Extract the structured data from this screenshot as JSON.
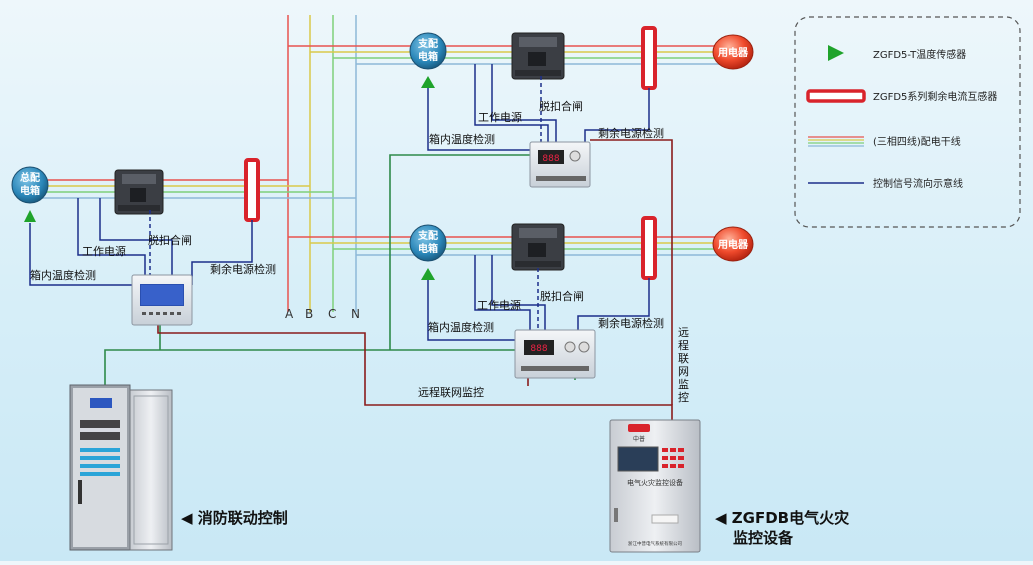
{
  "labels": {
    "main_box": [
      "总配",
      "电箱"
    ],
    "branch_box": [
      "支配",
      "电箱"
    ],
    "appliance": "用电器",
    "work_power": "工作电源",
    "trip_close": "脱扣合闸",
    "temp_detect": "箱内温度检测",
    "residual_detect": "剩余电源检测",
    "remote_monitor": "远程联网监控",
    "remote_monitor_vertical": [
      "远",
      "程",
      "联",
      "网",
      "监",
      "控"
    ],
    "bus_letters": [
      "A",
      "B",
      "C",
      "N"
    ],
    "fire_control": "◀ 消防联动控制",
    "zgfdb_line1": "◀ ZGFDB电气火灾",
    "zgfdb_line2": "监控设备",
    "cabinet_panel_title": "电气火灾监控设备",
    "cabinet_brand": "中普",
    "cabinet_footer": "浙江中普电气系统有限公司"
  },
  "legend": {
    "items": [
      {
        "text": "ZGFD5-T温度传感器",
        "icon": "green-triangle-icon"
      },
      {
        "text": "ZGFD5系列剩余电流互感器",
        "icon": "current-transformer-icon"
      },
      {
        "text": "(三相四线)配电干线",
        "icon": "power-line-icon"
      },
      {
        "text": "控制信号流向示意线",
        "icon": "signal-line-icon"
      }
    ]
  },
  "colors": {
    "phase_a": "#e8534f",
    "phase_b": "#d9c94a",
    "phase_c": "#7fd07a",
    "neutral": "#8db8d8",
    "signal_blue": "#1c2f8a",
    "green_wire": "#2e8a4a",
    "red_wire": "#8a1c1c",
    "sensor_green": "#1fa32b",
    "ct_red": "#d9232b",
    "appliance_red": "#e83b2a"
  }
}
